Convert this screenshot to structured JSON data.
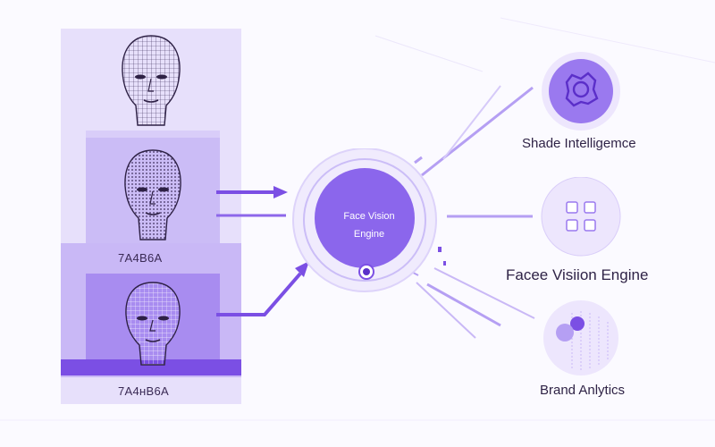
{
  "left_column": {
    "faces": [
      {
        "name": "face-wireframe-top"
      },
      {
        "name": "face-wireframe-middle"
      },
      {
        "name": "face-wireframe-bottom"
      }
    ],
    "code_label_top": "7A4B6A",
    "code_label_bottom": "7A4ʜB6A"
  },
  "engine": {
    "line1": "Face Vision",
    "line2": "Engine"
  },
  "outputs": [
    {
      "label": "Shade Intelligemce",
      "icon": "gear-brain-icon"
    },
    {
      "label": "Facee  Visiion Engine",
      "icon": "grid-icon"
    },
    {
      "label": "Brand Anlytics",
      "icon": "analytics-dots-icon"
    }
  ],
  "colors": {
    "accent": "#7b4fe4",
    "accent_light": "#c9b8f6",
    "panel": "#e7e0fb",
    "text": "#2f2346"
  }
}
